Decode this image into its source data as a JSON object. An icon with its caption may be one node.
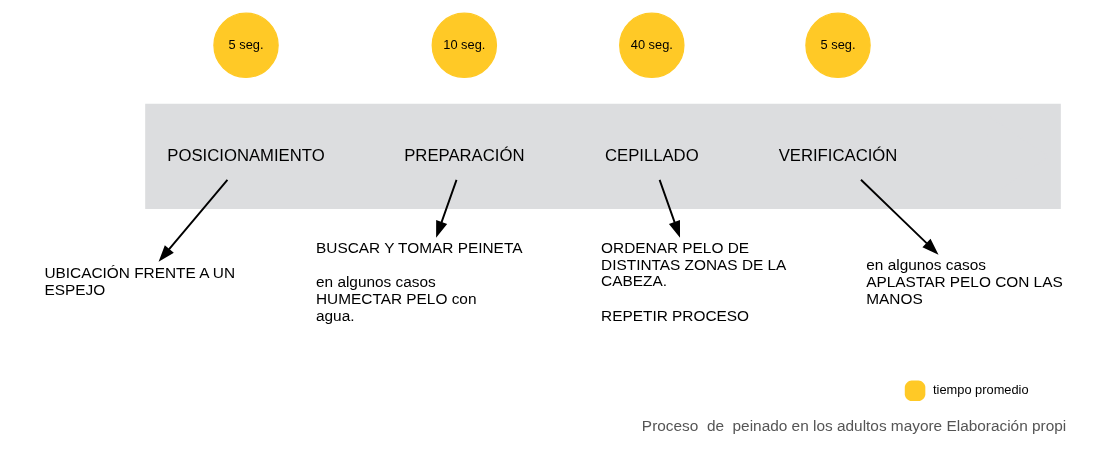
{
  "diagram": {
    "caption": "Proceso  de  peinado en los adultos mayore Elaboración propi",
    "nodes": [
      {
        "text": [],
        "shape": "arrow"
      },
      {
        "text": [
          "5 seg."
        ]
      },
      {
        "text": [
          "10 seg."
        ]
      },
      {
        "text": [
          "40 seg."
        ]
      },
      {
        "text": [
          "5 seg."
        ]
      },
      {
        "text": [
          "POSICIONAMIENTO"
        ],
        "in": 0
      },
      {
        "text": [
          "PREPARACIÓN"
        ],
        "in": 0
      },
      {
        "text": [
          "CEPILLADO"
        ],
        "in": 0
      },
      {
        "text": [
          "VERIFICACIÓN"
        ],
        "in": 0
      },
      {
        "text": [
          "UBICACIÓN FRENTE A UN ESPEJO"
        ]
      },
      {
        "text": [
          "BUSCAR Y TOMAR PEINETA",
          "en algunos casos HUMECTAR PELO con agua."
        ]
      },
      {
        "text": [
          "ORDENAR PELO DE DISTINTAS ZONAS DE LA CABEZA.",
          "REPETIR PROCESO"
        ]
      },
      {
        "text": [
          "en algunos casos APLASTAR PELO CON LAS MANOS"
        ]
      }
    ],
    "edges": [
      {
        "from": 5,
        "to": 9,
        "arrow": "to"
      },
      {
        "from": 6,
        "to": 10,
        "arrow": "to"
      },
      {
        "from": 7,
        "to": 11,
        "arrow": "to"
      },
      {
        "from": 8,
        "to": 12,
        "arrow": "to"
      }
    ],
    "legend": [
      {
        "text": "tiempo promedio",
        "color": "#ffc926"
      }
    ]
  }
}
